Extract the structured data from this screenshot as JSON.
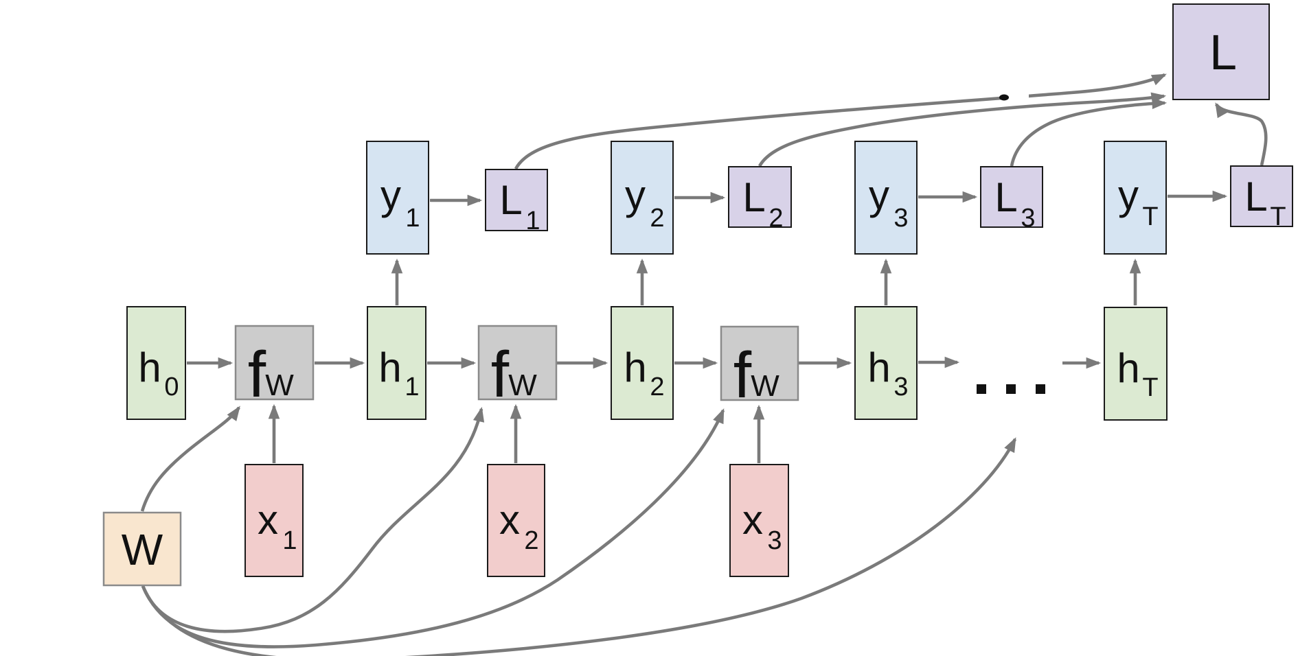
{
  "colors": {
    "hidden_state": "#dcead2",
    "function_box": "#cccccc",
    "input": "#f2cdcc",
    "output": "#d6e4f2",
    "loss": "#d8d2e8",
    "weights": "#f9e6cf",
    "arrow": "#7a7a7a"
  },
  "nodes": {
    "h0": {
      "main": "h",
      "sub": "0"
    },
    "h1": {
      "main": "h",
      "sub": "1"
    },
    "h2": {
      "main": "h",
      "sub": "2"
    },
    "h3": {
      "main": "h",
      "sub": "3"
    },
    "hT": {
      "main": "h",
      "sub": "T"
    },
    "fw": {
      "main": "f",
      "sub": "W"
    },
    "x1": {
      "main": "x",
      "sub": "1"
    },
    "x2": {
      "main": "x",
      "sub": "2"
    },
    "x3": {
      "main": "x",
      "sub": "3"
    },
    "y1": {
      "main": "y",
      "sub": "1"
    },
    "y2": {
      "main": "y",
      "sub": "2"
    },
    "y3": {
      "main": "y",
      "sub": "3"
    },
    "yT": {
      "main": "y",
      "sub": "T"
    },
    "l1": {
      "main": "L",
      "sub": "1"
    },
    "l2": {
      "main": "L",
      "sub": "2"
    },
    "l3": {
      "main": "L",
      "sub": "3"
    },
    "lT": {
      "main": "L",
      "sub": "T"
    },
    "loss_total": {
      "main": "L"
    },
    "w": {
      "main": "W"
    },
    "ellipsis": "..."
  }
}
